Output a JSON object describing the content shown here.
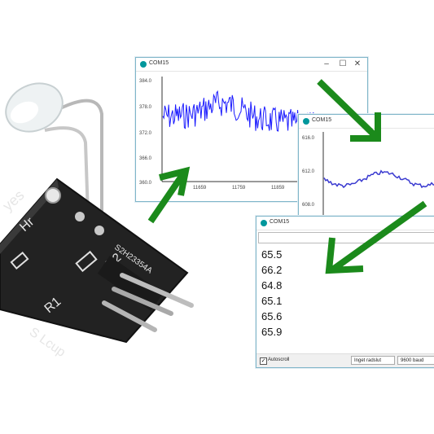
{
  "sensor": {
    "silkscreen_top": "yes",
    "silkscreen_hr": "Hr",
    "silkscreen_r2": "R2",
    "silkscreen_r1": "R1",
    "silkscreen_model": "S2H23354A",
    "silkscreen_bottom": "S Lcup"
  },
  "plotter1": {
    "title": "COM15",
    "minimize": "–",
    "maximize": "☐",
    "close": "✕",
    "y_ticks": [
      "384.0",
      "378.0",
      "372.0",
      "366.0",
      "360.0"
    ],
    "x_ticks": [
      "11659",
      "11759",
      "11859"
    ],
    "line_color": "#1a1aff"
  },
  "plotter2": {
    "title": "COM15",
    "y_ticks": [
      "616.0",
      "612.0",
      "608.0"
    ],
    "line_color": "#3a3ad0"
  },
  "monitor": {
    "title": "COM15",
    "lines": [
      "65.5",
      "66.2",
      "64.8",
      "65.1",
      "65.6",
      "65.9"
    ],
    "autoscroll_label": "Autoscroll",
    "autoscroll_checked": "✓",
    "line_ending": "Inget radslut",
    "baud": "9600 baud"
  },
  "colors": {
    "arrow": "#1b8a1b",
    "window_border": "#7fb5c9",
    "arduino_teal": "#00979c"
  }
}
